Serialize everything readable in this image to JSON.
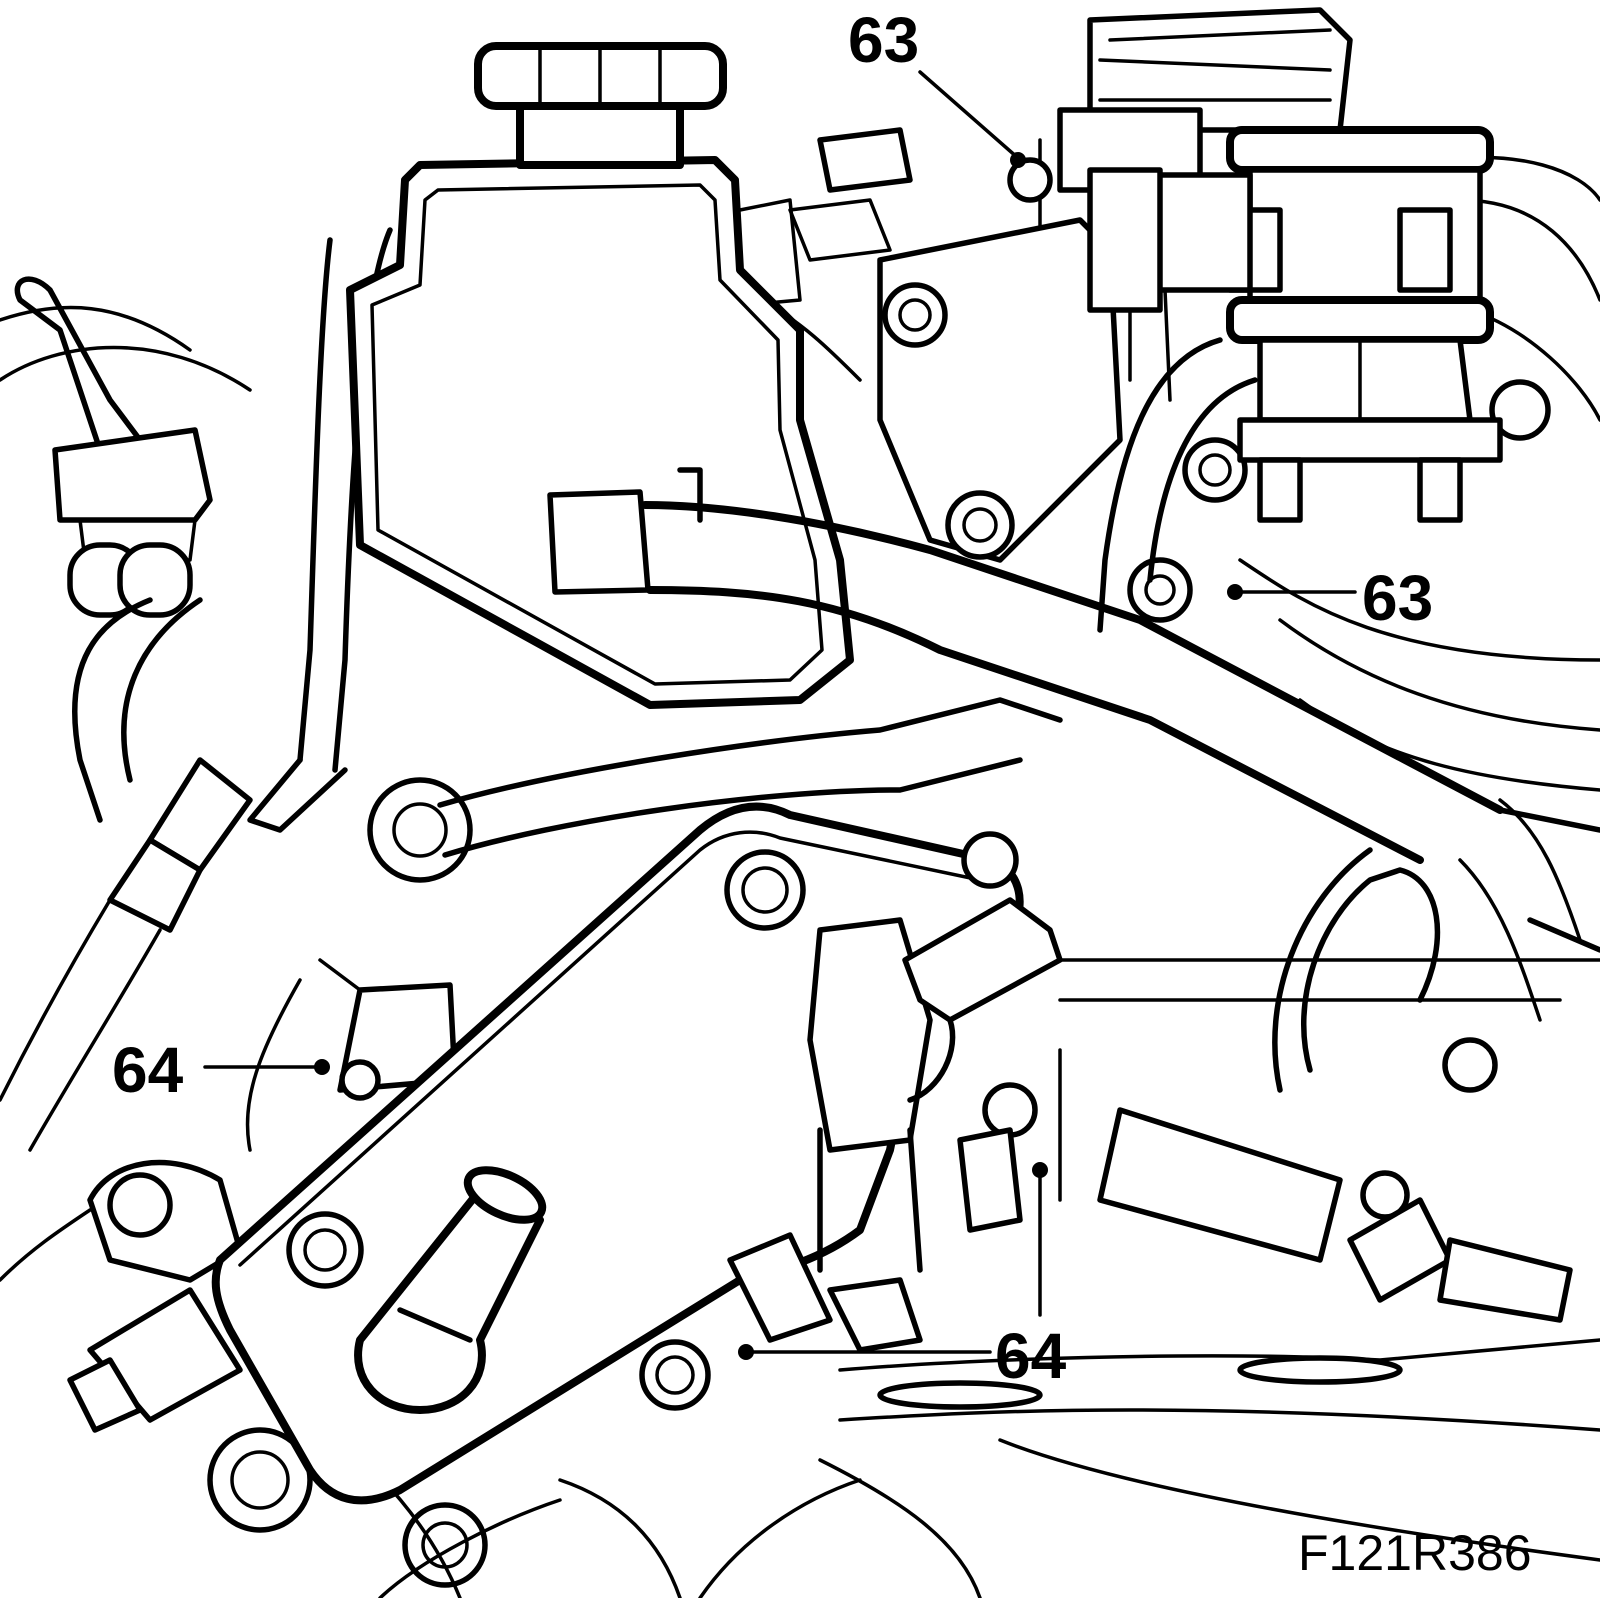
{
  "figure": {
    "id": "F121R386"
  },
  "callouts": [
    {
      "label": "63"
    },
    {
      "label": "63"
    },
    {
      "label": "64"
    },
    {
      "label": "64"
    }
  ]
}
